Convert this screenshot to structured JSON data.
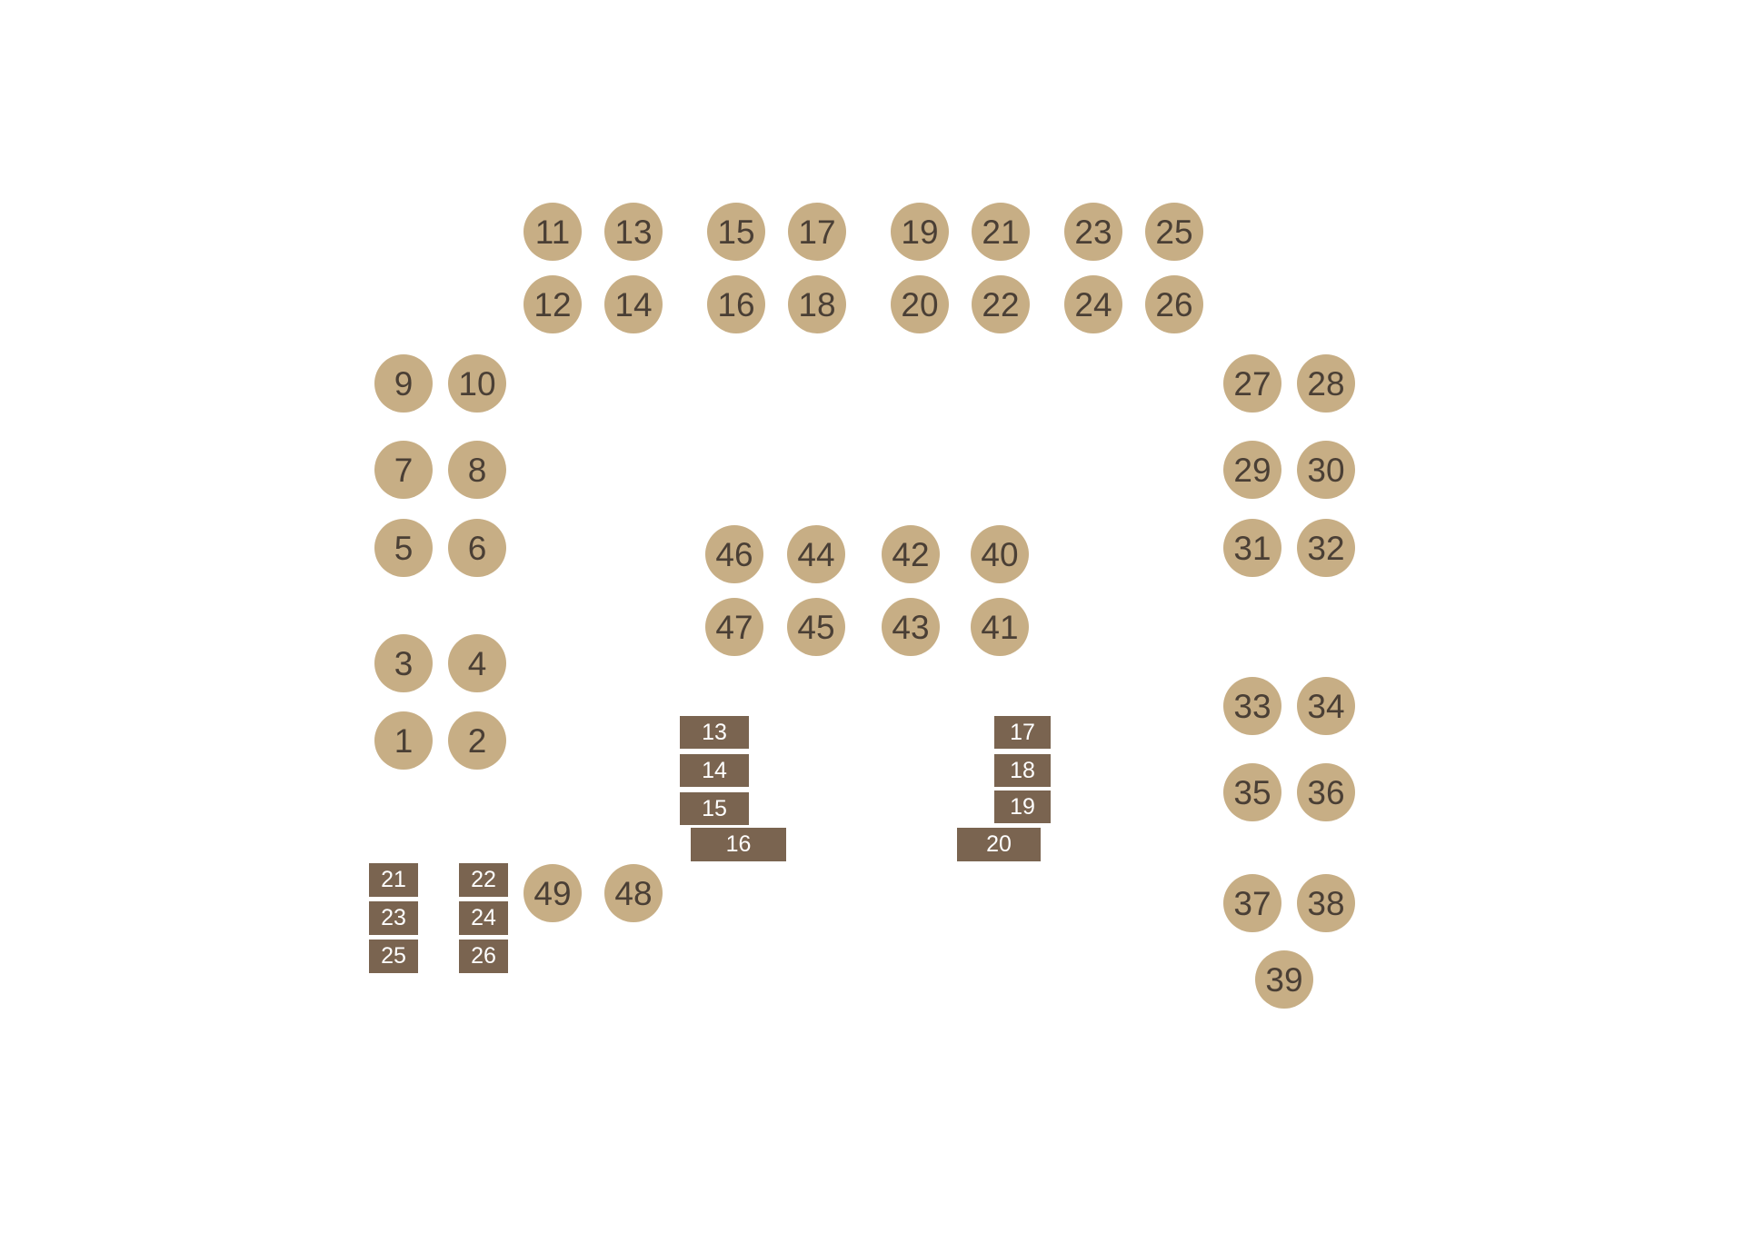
{
  "colors": {
    "background": "#ffffff",
    "round_table_fill": "#c7ae85",
    "round_table_text": "#4a3f35",
    "rect_table_fill": "#7a6450",
    "rect_table_text": "#ffffff"
  },
  "round_tables": [
    {
      "label": "1"
    },
    {
      "label": "2"
    },
    {
      "label": "3"
    },
    {
      "label": "4"
    },
    {
      "label": "5"
    },
    {
      "label": "6"
    },
    {
      "label": "7"
    },
    {
      "label": "8"
    },
    {
      "label": "9"
    },
    {
      "label": "10"
    },
    {
      "label": "11"
    },
    {
      "label": "12"
    },
    {
      "label": "13"
    },
    {
      "label": "14"
    },
    {
      "label": "15"
    },
    {
      "label": "16"
    },
    {
      "label": "17"
    },
    {
      "label": "18"
    },
    {
      "label": "19"
    },
    {
      "label": "20"
    },
    {
      "label": "21"
    },
    {
      "label": "22"
    },
    {
      "label": "23"
    },
    {
      "label": "24"
    },
    {
      "label": "25"
    },
    {
      "label": "26"
    },
    {
      "label": "27"
    },
    {
      "label": "28"
    },
    {
      "label": "29"
    },
    {
      "label": "30"
    },
    {
      "label": "31"
    },
    {
      "label": "32"
    },
    {
      "label": "33"
    },
    {
      "label": "34"
    },
    {
      "label": "35"
    },
    {
      "label": "36"
    },
    {
      "label": "37"
    },
    {
      "label": "38"
    },
    {
      "label": "39"
    },
    {
      "label": "40"
    },
    {
      "label": "41"
    },
    {
      "label": "42"
    },
    {
      "label": "43"
    },
    {
      "label": "44"
    },
    {
      "label": "45"
    },
    {
      "label": "46"
    },
    {
      "label": "47"
    },
    {
      "label": "48"
    },
    {
      "label": "49"
    }
  ],
  "rect_tables": [
    {
      "label": "13"
    },
    {
      "label": "14"
    },
    {
      "label": "15"
    },
    {
      "label": "16"
    },
    {
      "label": "17"
    },
    {
      "label": "18"
    },
    {
      "label": "19"
    },
    {
      "label": "20"
    },
    {
      "label": "21"
    },
    {
      "label": "23"
    },
    {
      "label": "25"
    },
    {
      "label": "22"
    },
    {
      "label": "24"
    },
    {
      "label": "26"
    }
  ]
}
